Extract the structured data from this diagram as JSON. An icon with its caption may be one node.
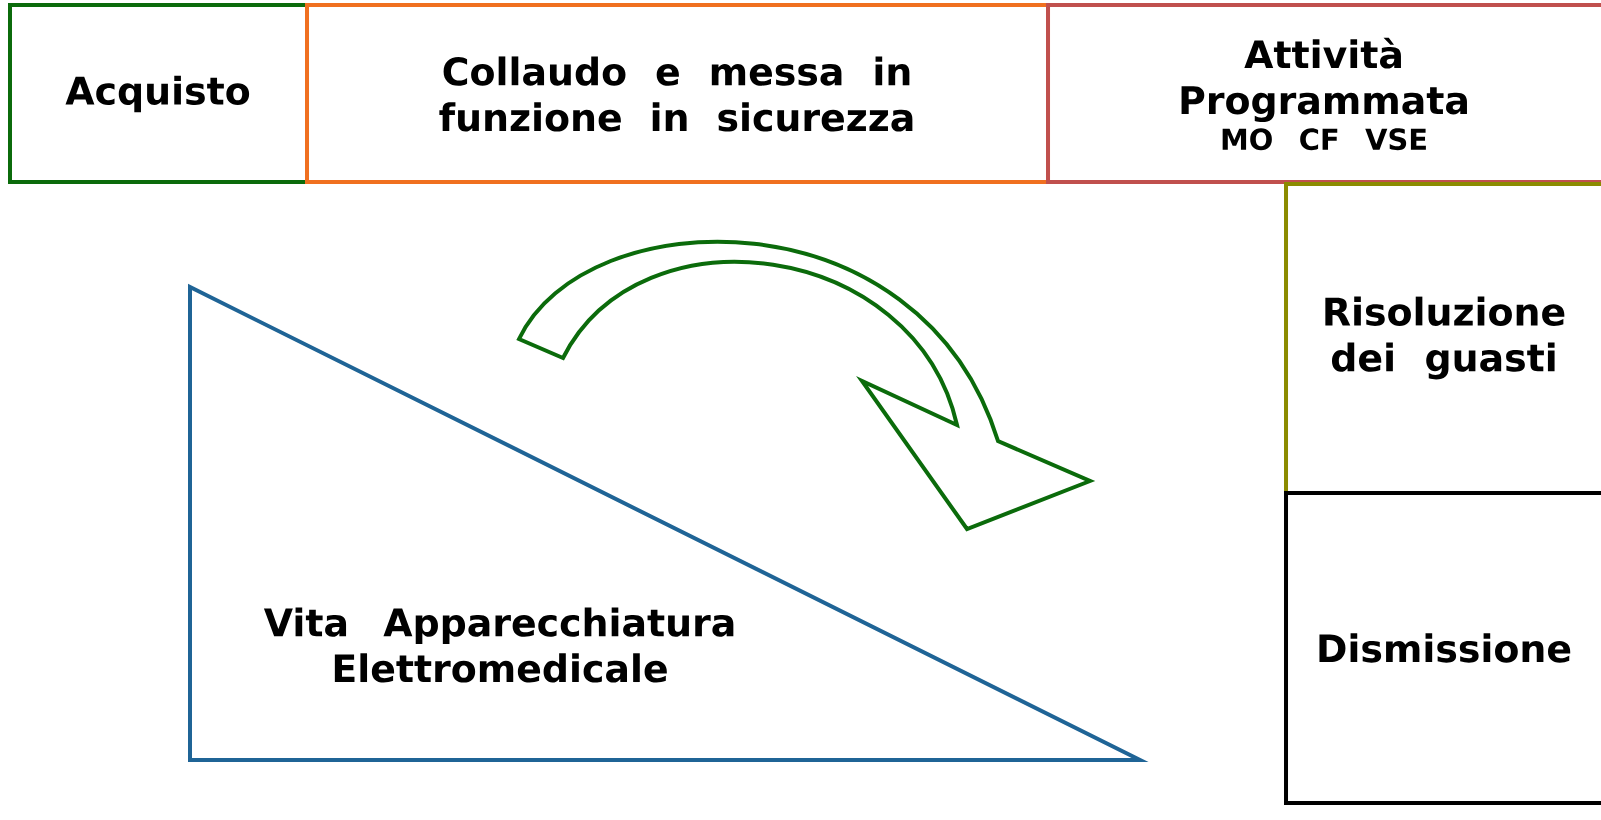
{
  "diagram": {
    "nodes": [
      {
        "text": [
          "Acquisto"
        ]
      },
      {
        "text": [
          "Collaudo e messa in funzione in sicurezza"
        ]
      },
      {
        "text": [
          "Attività Programmata",
          "MO CF VSE"
        ]
      },
      {
        "text": [
          "Risoluzione dei guasti"
        ]
      },
      {
        "text": [
          "Dismissione"
        ]
      },
      {
        "text": [
          "Vita Apparecchiatura Elettromedicale"
        ]
      }
    ]
  }
}
